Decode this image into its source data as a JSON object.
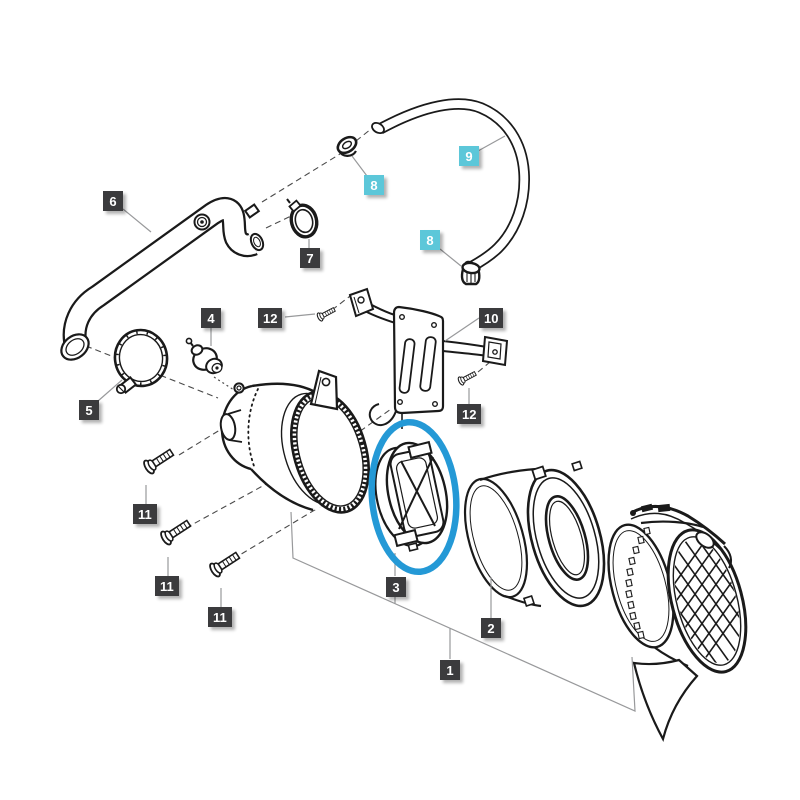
{
  "diagram": {
    "subject": "air-filter-assembly-exploded-view",
    "background": "#ffffff",
    "colors": {
      "line": "#1a1a1a",
      "leader_line": "#98999b",
      "dashed_axis": "#4a4a4a",
      "label_dark_bg": "#3b3b3d",
      "label_highlight_bg": "#5cc7d9",
      "label_text": "#ffffff",
      "highlight_ring": "#2499d6"
    },
    "highlight": {
      "shape": "ellipse",
      "around_part": "3",
      "color": "#2499d6"
    },
    "part_numbers_visible": [
      "1",
      "2",
      "3",
      "4",
      "5",
      "6",
      "7",
      "8",
      "9",
      "10",
      "11",
      "12"
    ],
    "labels": [
      {
        "part": "6",
        "text": "6",
        "variant": "dark"
      },
      {
        "part": "8",
        "text": "8",
        "variant": "highlight"
      },
      {
        "part": "9",
        "text": "9",
        "variant": "highlight"
      },
      {
        "part": "8",
        "text": "8",
        "variant": "highlight"
      },
      {
        "part": "7",
        "text": "7",
        "variant": "dark"
      },
      {
        "part": "4",
        "text": "4",
        "variant": "dark"
      },
      {
        "part": "12",
        "text": "12",
        "variant": "dark"
      },
      {
        "part": "10",
        "text": "10",
        "variant": "dark"
      },
      {
        "part": "12",
        "text": "12",
        "variant": "dark"
      },
      {
        "part": "5",
        "text": "5",
        "variant": "dark"
      },
      {
        "part": "11",
        "text": "11",
        "variant": "dark"
      },
      {
        "part": "11",
        "text": "11",
        "variant": "dark"
      },
      {
        "part": "11",
        "text": "11",
        "variant": "dark"
      },
      {
        "part": "3",
        "text": "3",
        "variant": "dark"
      },
      {
        "part": "2",
        "text": "2",
        "variant": "dark"
      },
      {
        "part": "1",
        "text": "1",
        "variant": "dark"
      }
    ]
  }
}
